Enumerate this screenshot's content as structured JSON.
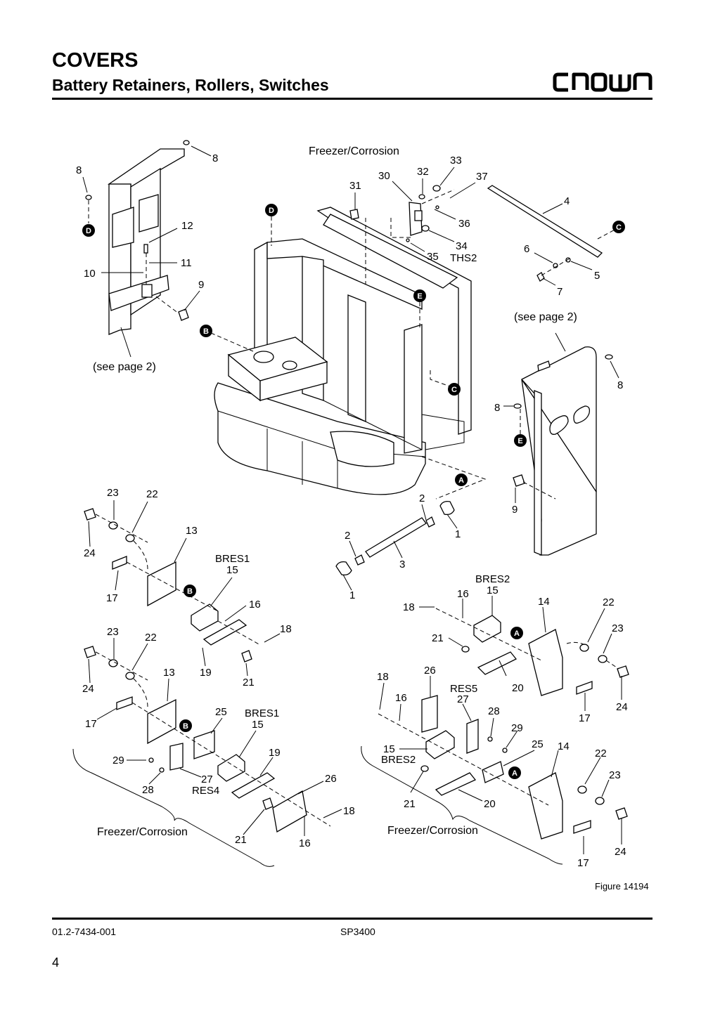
{
  "header": {
    "title": "COVERS",
    "subtitle": "Battery Retainers, Rollers, Switches",
    "logo_text": "CROWN"
  },
  "figure_label": "Figure 14194",
  "footer": {
    "doc_number": "01.2-7434-001",
    "model": "SP3400",
    "page_number": "4"
  },
  "labels": {
    "freezer_top": "Freezer/Corrosion",
    "see_page_left": "(see page 2)",
    "see_page_right": "(see page 2)",
    "freezer_left": "Freezer/Corrosion",
    "freezer_right": "Freezer/Corrosion",
    "bres1_a": "BRES1",
    "bres1_b": "BRES1",
    "bres2_a": "BRES2",
    "bres2_b": "BRES2",
    "res4": "RES4",
    "res5": "RES5",
    "ths2": "THS2"
  },
  "callouts": [
    "A",
    "B",
    "C",
    "D",
    "E"
  ],
  "part_numbers": [
    "1",
    "2",
    "3",
    "4",
    "5",
    "6",
    "7",
    "8",
    "9",
    "10",
    "11",
    "12",
    "13",
    "14",
    "15",
    "16",
    "17",
    "18",
    "19",
    "20",
    "21",
    "22",
    "23",
    "24",
    "25",
    "26",
    "27",
    "28",
    "29",
    "30",
    "31",
    "32",
    "33",
    "34",
    "35",
    "36",
    "37"
  ]
}
